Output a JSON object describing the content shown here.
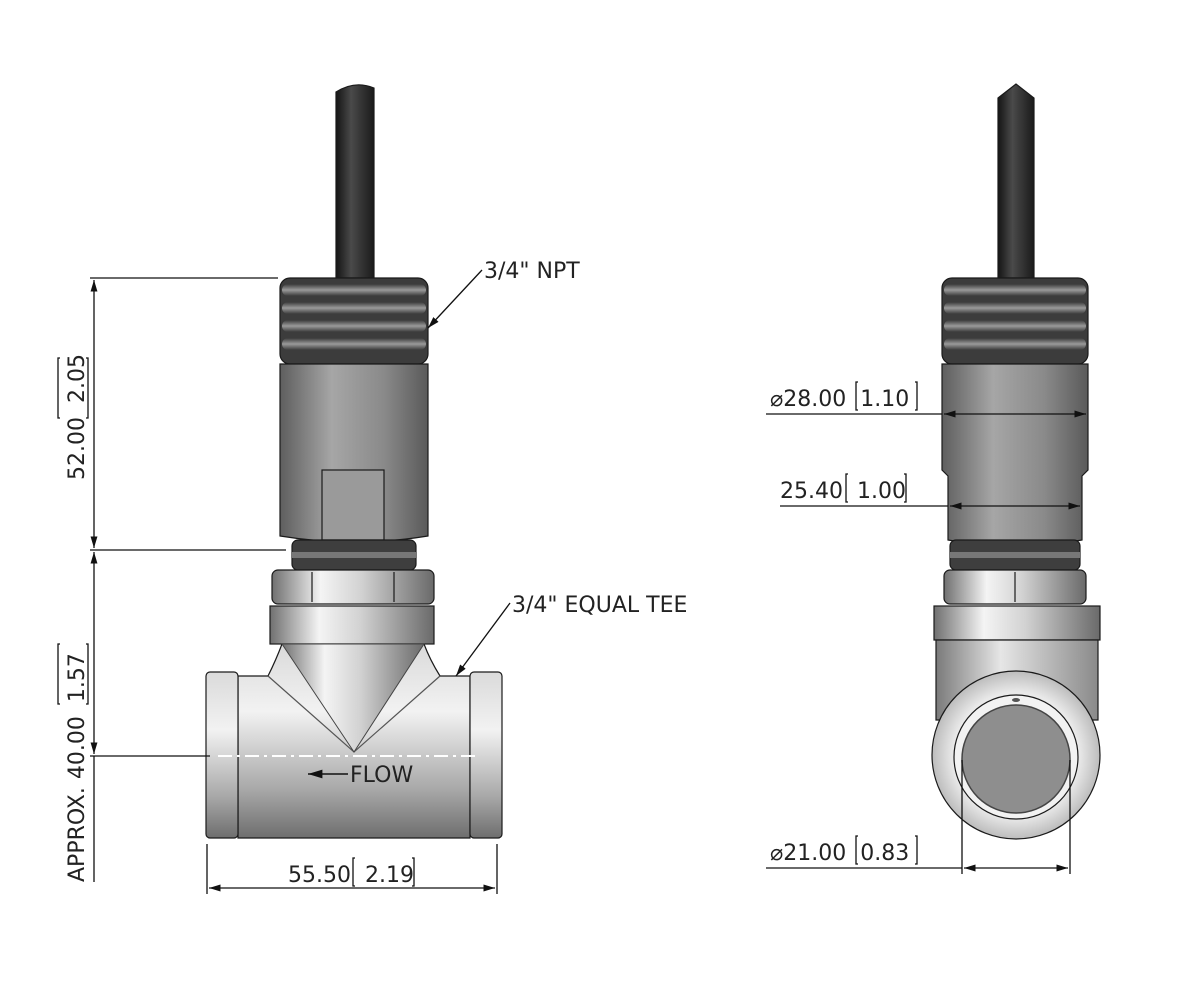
{
  "front_view": {
    "callout_npt": "3/4\" NPT",
    "callout_tee": "3/4\" EQUAL TEE",
    "flow_label": "FLOW",
    "dim_height_upper": {
      "mm": "52.00",
      "in": "2.05"
    },
    "dim_height_lower": {
      "prefix": "APPROX.",
      "mm": "40.00",
      "in": "1.57"
    },
    "dim_width": {
      "mm": "55.50",
      "in": "2.19"
    }
  },
  "side_view": {
    "diameter_symbol": "⌀",
    "dim_housing": {
      "mm": "28.00",
      "in": "1.10"
    },
    "dim_neck": {
      "mm": "25.40",
      "in": "1.00"
    },
    "dim_bore": {
      "mm": "21.00",
      "in": "0.83"
    }
  },
  "colors": {
    "cable": "#2b2b2b",
    "housing": "#8c8c8c",
    "metal_light": "#e8e8e8",
    "metal_dark": "#6e6e6e"
  }
}
